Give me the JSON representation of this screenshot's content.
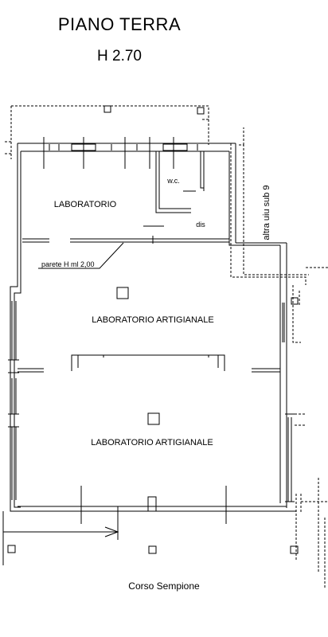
{
  "header": {
    "title": "PIANO TERRA",
    "height": "H 2.70"
  },
  "rooms": {
    "lab_small": "LABORATORIO",
    "wc": "w.c.",
    "dis": "dis",
    "lab_art_1": "LABORATORIO ARTIGIANALE",
    "lab_art_2": "LABORATORIO ARTIGIANALE"
  },
  "notes": {
    "partition": "parete H ml 2,00",
    "neighbour": "altra uiu sub 9"
  },
  "footer": {
    "street": "Corso  Sempione"
  }
}
